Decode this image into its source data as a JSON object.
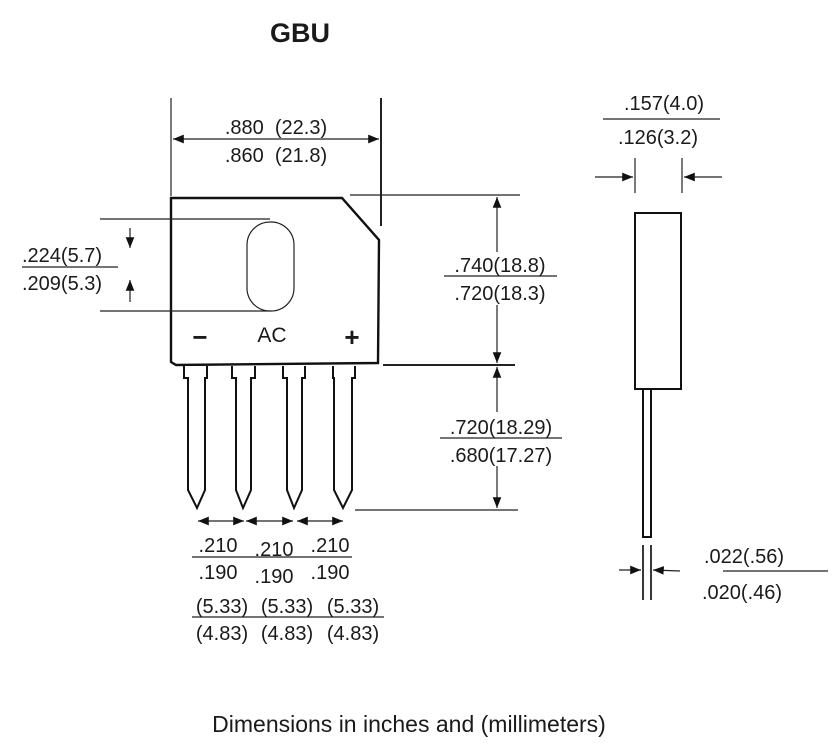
{
  "title": "GBU",
  "caption": "Dimensions in inches and (millimeters)",
  "body_labels": {
    "minus": "−",
    "ac": "AC",
    "plus": "+"
  },
  "dims": {
    "width_max": ".880  (22.3)",
    "width_min": ".860  (21.8)",
    "hole_max": ".224(5.7)",
    "hole_min": ".209(5.3)",
    "body_h_max": ".740(18.8)",
    "body_h_min": ".720(18.3)",
    "lead_l_max": ".720(18.29)",
    "lead_l_min": ".680(17.27)",
    "pitch": [
      {
        "in_max": ".210",
        "in_min": ".190",
        "mm_max": "(5.33)",
        "mm_min": "(4.83)"
      },
      {
        "in_max": ".210",
        "in_min": ".190",
        "mm_max": "(5.33)",
        "mm_min": "(4.83)"
      },
      {
        "in_max": ".210",
        "in_min": ".190",
        "mm_max": "(5.33)",
        "mm_min": "(4.83)"
      }
    ],
    "thick_max": ".157(4.0)",
    "thick_min": ".126(3.2)",
    "lead_t_max": ".022(.56)",
    "lead_t_min": ".020(.46)"
  }
}
